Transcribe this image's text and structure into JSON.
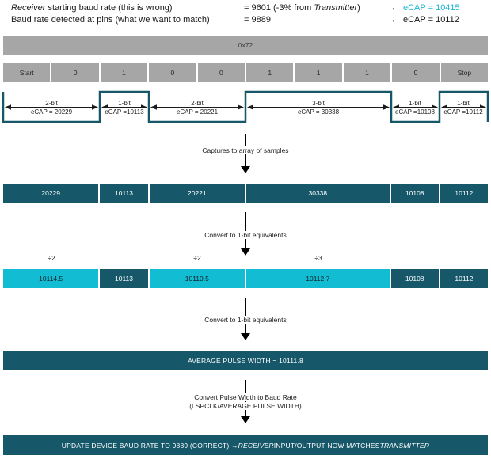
{
  "colors": {
    "teal_dark": "#16586a",
    "cyan": "#12bdd4",
    "gray": "#a6a6a6",
    "accent_text": "#1cb5d2"
  },
  "header": {
    "rows": [
      {
        "label_italic": "Receiver",
        "label_rest": " starting baud rate (this is wrong)",
        "value_pre": "= 9601 (-3% from ",
        "value_italic": "Transmitter",
        "value_post": ")",
        "arrow": "→",
        "ecap": "eCAP = 10415"
      },
      {
        "label_rest": "Baud rate detected at pins (what we want to match)",
        "value_pre": "= 9889",
        "arrow": "→",
        "ecap": "eCAP = 10112"
      }
    ]
  },
  "byte_bar": {
    "label": "0x72"
  },
  "bit_row": {
    "cells": [
      "Start",
      "0",
      "1",
      "0",
      "0",
      "1",
      "1",
      "1",
      "0",
      "Stop"
    ]
  },
  "waveform": {
    "segments": [
      {
        "bits": "2-bit",
        "ecap": "eCAP = 20229"
      },
      {
        "bits": "1-bit",
        "ecap": "eCAP =10113"
      },
      {
        "bits": "2-bit",
        "ecap": "eCAP = 20221"
      },
      {
        "bits": "3-bit",
        "ecap": "eCAP = 30338"
      },
      {
        "bits": "1-bit",
        "ecap": "eCAP =10108"
      },
      {
        "bits": "1-bit",
        "ecap": "eCAP =10112"
      }
    ]
  },
  "steps": {
    "capture": "Captures to array of samples",
    "convert1": "Convert to 1-bit equivalents",
    "convert2": "Convert to 1-bit equivalents",
    "pulse_line1": "Convert Pulse Width to Baud Rate",
    "pulse_line2": "(LSPCLK/AVERAGE PULSE WIDTH)"
  },
  "sample_row": {
    "cells": [
      "20229",
      "10113",
      "20221",
      "30338",
      "10108",
      "10112"
    ]
  },
  "divisors": {
    "d1": "÷2",
    "d2": "÷2",
    "d3": "÷3"
  },
  "equiv_row": {
    "cells": [
      "10114.5",
      "10113",
      "10110.5",
      "10112.7",
      "10108",
      "10112"
    ]
  },
  "average_bar": {
    "label": "AVERAGE PULSE WIDTH = 10111.8"
  },
  "final_bar": {
    "pre": "UPDATE DEVICE BAUD RATE TO 9889 (CORRECT) → ",
    "italic1": "RECEIVER",
    "mid": " INPUT/OUTPUT NOW MATCHES ",
    "italic2": "TRANSMITTER"
  }
}
